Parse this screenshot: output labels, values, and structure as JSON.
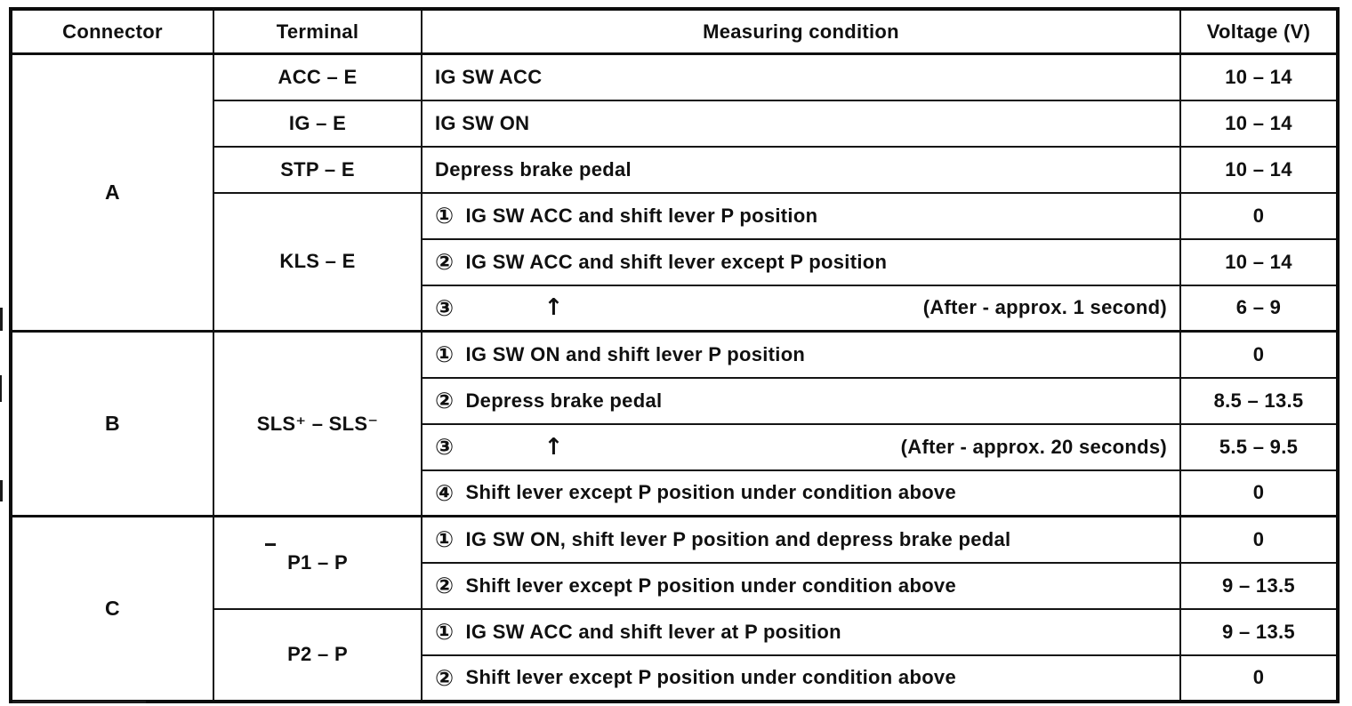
{
  "table": {
    "headers": [
      "Connector",
      "Terminal",
      "Measuring condition",
      "Voltage (V)"
    ],
    "groups": [
      {
        "connector": "A",
        "terminals": [
          {
            "label": "ACC – E",
            "rows": [
              {
                "text": "IG SW ACC",
                "voltage": "10 – 14"
              }
            ]
          },
          {
            "label": "IG – E",
            "rows": [
              {
                "text": "IG SW ON",
                "voltage": "10 – 14"
              }
            ]
          },
          {
            "label": "STP – E",
            "rows": [
              {
                "text": "Depress brake pedal",
                "voltage": "10 – 14"
              }
            ]
          },
          {
            "label": "KLS – E",
            "rows": [
              {
                "num": "①",
                "text": "IG SW ACC and shift lever P position",
                "voltage": "0"
              },
              {
                "num": "②",
                "text": "IG SW ACC and shift lever except P position",
                "voltage": "10 – 14"
              },
              {
                "num": "③",
                "arrow": "↑",
                "suffix": "(After - approx. 1 second)",
                "voltage": "6 – 9"
              }
            ]
          }
        ]
      },
      {
        "connector": "B",
        "terminals": [
          {
            "label": "SLS⁺ – SLS⁻",
            "rows": [
              {
                "num": "①",
                "text": "IG SW ON and shift lever P position",
                "voltage": "0"
              },
              {
                "num": "②",
                "text": "Depress brake pedal",
                "voltage": "8.5 – 13.5"
              },
              {
                "num": "③",
                "arrow": "↑",
                "suffix": "(After - approx. 20 seconds)",
                "voltage": "5.5 – 9.5"
              },
              {
                "num": "④",
                "text": "Shift lever except P position under condition above",
                "voltage": "0"
              }
            ]
          }
        ]
      },
      {
        "connector": "C",
        "terminals": [
          {
            "label": "P1 – P",
            "rows": [
              {
                "num": "①",
                "text": "IG SW ON, shift lever P position and depress brake pedal",
                "voltage": "0"
              },
              {
                "num": "②",
                "text": "Shift lever except P position under condition above",
                "voltage": "9 – 13.5"
              }
            ]
          },
          {
            "label": "P2 – P",
            "rows": [
              {
                "num": "①",
                "text": "IG SW ACC and shift lever at P position",
                "voltage": "9 – 13.5"
              },
              {
                "num": "②",
                "text": "Shift lever except P position under condition above",
                "voltage": "0"
              }
            ]
          }
        ]
      }
    ]
  }
}
